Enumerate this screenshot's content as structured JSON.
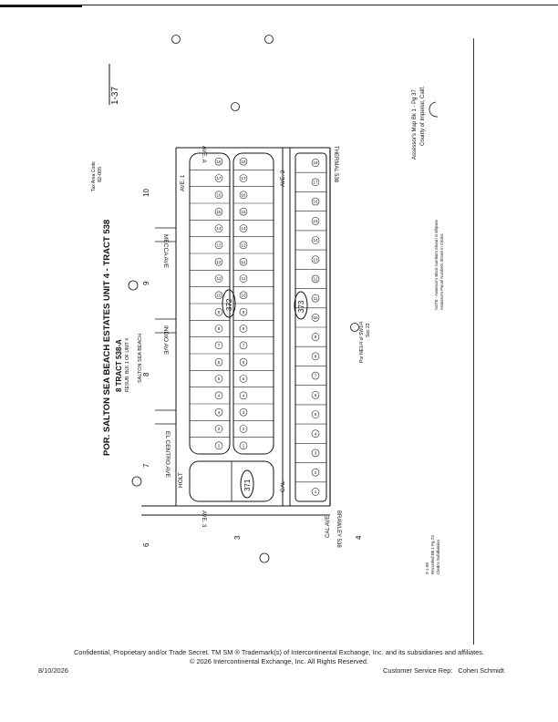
{
  "map": {
    "title": "POR. SALTON SEA BEACH ESTATES UNIT 4 - TRACT 538",
    "tract_no": "8  TRACT 538-A",
    "resub": "RESUB. BLK 1 OF UNIT 4",
    "subdivision": "SALTON SEA BEACH",
    "page_id": "1-37",
    "tax_area_code_label": "Tax Area Code",
    "tax_area_code": "82-005",
    "streets": {
      "el_centro": "EL CENTRO AVE",
      "indio": "INDIO AVE",
      "mecca": "MECCA AVE",
      "holt": "HOLT",
      "cal": "CAL",
      "cal_ave": "CAL AVE",
      "brawley": "BRAWLEY 538",
      "thermal": "THERMAL 538",
      "ave_a": "AVE. A",
      "ave_1": "AVE. 1",
      "ave_2": "AVE. 2",
      "ave_3": "AVE. 3"
    },
    "block_numbers": [
      "372",
      "373",
      "371"
    ],
    "block_markers": [
      "7",
      "8",
      "9",
      "10",
      "6",
      "3",
      "4"
    ],
    "section_label": "Por NE1/4 of SW1/4",
    "section": "Sec 23",
    "assessor_line1": "Assessor's Map Bk 1 - Pg 37",
    "assessor_line2": "County of Imperial, Calif.",
    "note_line1": "NOTE - Assessor's Block Numbers Shown in Ellipses",
    "note_line2": "Assessor's Parcel Numbers Shown in Circles",
    "revision_line1": "3-1-85",
    "revision_line2": "Recorded Bk 1 Pg 73",
    "revision_line3": "Clerk's Subdivision",
    "row_top": [
      "1",
      "2",
      "3",
      "4",
      "5",
      "6",
      "7",
      "8",
      "9",
      "10",
      "11",
      "12",
      "13",
      "14",
      "15",
      "16",
      "17",
      "18"
    ],
    "row_middle": [
      "1",
      "2",
      "3",
      "4",
      "5",
      "6",
      "7",
      "8",
      "9",
      "10",
      "11",
      "12",
      "13",
      "14",
      "15",
      "16",
      "17",
      "18"
    ],
    "row_bottom": [
      "1",
      "2",
      "3",
      "4",
      "5",
      "6",
      "7",
      "8",
      "9",
      "10",
      "11",
      "12",
      "13",
      "14",
      "15",
      "16",
      "17",
      "18"
    ]
  },
  "footer": {
    "line1": "Confidential, Proprietary and/or Trade Secret.  TM SM ® Trademark(s) of Intercontinental Exchange, Inc. and its subsidiaries and affiliates.",
    "line2": "© 2026 Intercontinental Exchange, Inc. All Rights Reserved.",
    "date": "8/10/2026",
    "rep_label": "Customer Service Rep:",
    "rep_name": "Cohen Schmidt"
  }
}
